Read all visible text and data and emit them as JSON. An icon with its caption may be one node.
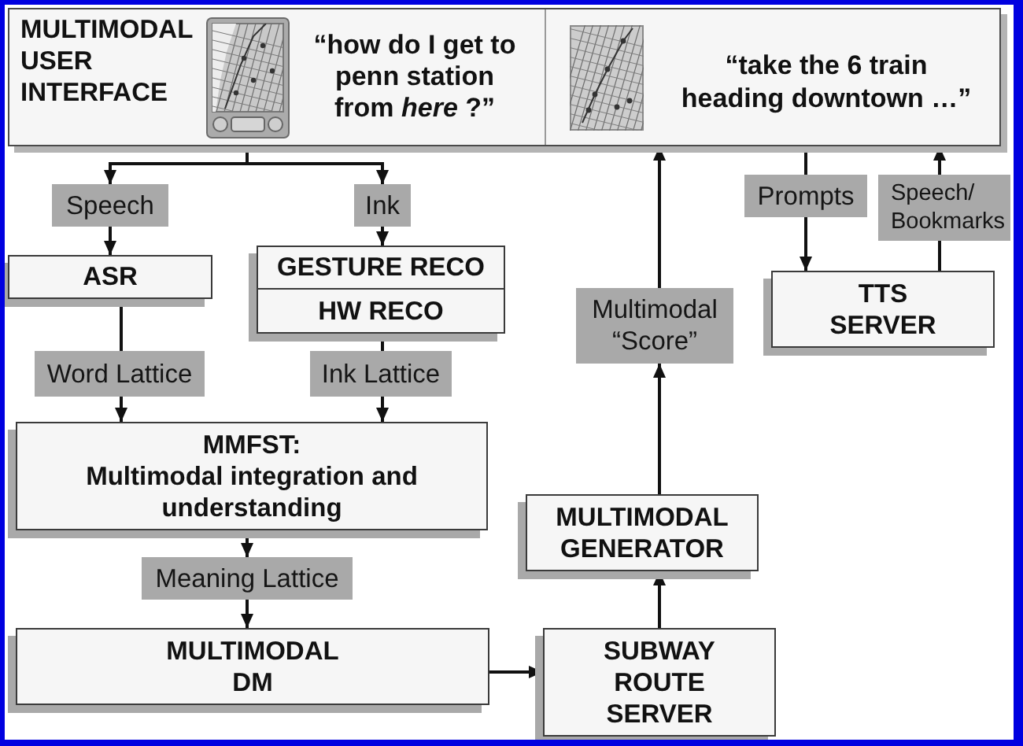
{
  "diagram": {
    "nodes": [
      {
        "text": [
          "MULTIMODAL USER INTERFACE",
          "“how do I get to penn station from *here* ?”",
          "“take the 6 train heading downtown …”"
        ]
      },
      {
        "text": [
          "Speech"
        ]
      },
      {
        "text": [
          "Ink"
        ]
      },
      {
        "text": [
          "Prompts"
        ]
      },
      {
        "text": [
          "Speech/ Bookmarks"
        ]
      },
      {
        "text": [
          "ASR"
        ]
      },
      {
        "text": [
          "GESTURE RECO"
        ]
      },
      {
        "text": [
          "HW RECO"
        ]
      },
      {
        "text": [
          "TTS SERVER"
        ]
      },
      {
        "text": [
          "Multimodal “Score”"
        ]
      },
      {
        "text": [
          "Word Lattice"
        ]
      },
      {
        "text": [
          "Ink Lattice"
        ]
      },
      {
        "text": [
          "MMFST:",
          "Multimodal integration and understanding"
        ]
      },
      {
        "text": [
          "MULTIMODAL GENERATOR"
        ]
      },
      {
        "text": [
          "Meaning Lattice"
        ]
      },
      {
        "text": [
          "MULTIMODAL DM"
        ]
      },
      {
        "text": [
          "SUBWAY ROUTE SERVER"
        ]
      }
    ],
    "edges": [
      {
        "from": 0,
        "to": 1,
        "arrow": "to"
      },
      {
        "from": 0,
        "to": 2,
        "arrow": "to"
      },
      {
        "from": 0,
        "to": 3,
        "arrow": "none"
      },
      {
        "from": 4,
        "to": 0,
        "arrow": "to"
      },
      {
        "from": 1,
        "to": 5,
        "arrow": "to"
      },
      {
        "from": 2,
        "to": 6,
        "arrow": "to"
      },
      {
        "from": 3,
        "to": 8,
        "arrow": "to"
      },
      {
        "from": 8,
        "to": 4,
        "arrow": "none"
      },
      {
        "from": 9,
        "to": 0,
        "arrow": "to"
      },
      {
        "from": 5,
        "to": 10,
        "arrow": "none"
      },
      {
        "from": 7,
        "to": 11,
        "arrow": "none"
      },
      {
        "from": 10,
        "to": 12,
        "arrow": "to"
      },
      {
        "from": 11,
        "to": 12,
        "arrow": "to"
      },
      {
        "from": 13,
        "to": 9,
        "arrow": "to"
      },
      {
        "from": 12,
        "to": 14,
        "arrow": "to"
      },
      {
        "from": 14,
        "to": 15,
        "arrow": "to"
      },
      {
        "from": 15,
        "to": 16,
        "arrow": "to"
      },
      {
        "from": 16,
        "to": 13,
        "arrow": "to"
      }
    ]
  }
}
